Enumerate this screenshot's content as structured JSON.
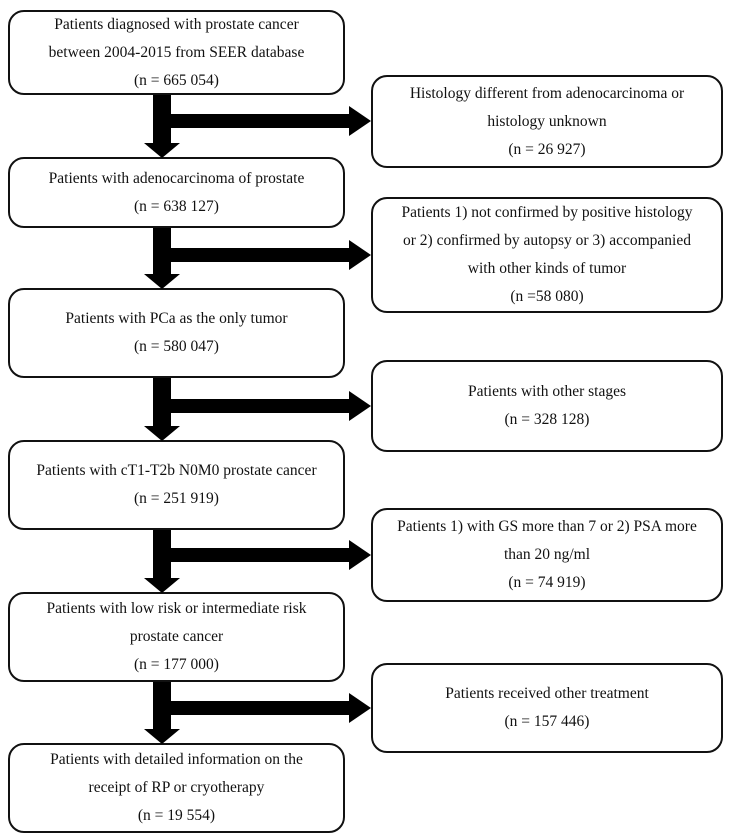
{
  "figure": {
    "description": "Patient selection flowchart, SEER prostate cancer cohort",
    "background_color": "#ffffff",
    "box_fill_color": "#ffffff",
    "box_border_color": "#111111",
    "arrow_color": "#000000",
    "text_color": "#111111"
  },
  "main_flow": [
    {
      "lines": [
        "Patients diagnosed with prostate cancer",
        "between 2004-2015 from SEER database",
        "(n = 665 054)"
      ]
    },
    {
      "lines": [
        "Patients with adenocarcinoma of prostate",
        "(n = 638 127)"
      ]
    },
    {
      "lines": [
        "Patients with PCa as the only tumor",
        "(n = 580 047)"
      ]
    },
    {
      "lines": [
        "Patients with cT1-T2b N0M0 prostate cancer",
        "(n = 251 919)"
      ]
    },
    {
      "lines": [
        "Patients with low risk or intermediate risk",
        "prostate cancer",
        "(n = 177 000)"
      ]
    },
    {
      "lines": [
        "Patients with detailed information on the",
        "receipt of RP or cryotherapy",
        "(n = 19 554)"
      ]
    }
  ],
  "exclusions": [
    {
      "lines": [
        "Histology different from adenocarcinoma or",
        "histology unknown",
        "(n = 26 927)"
      ]
    },
    {
      "lines": [
        "Patients 1) not confirmed by positive histology",
        "or 2) confirmed by autopsy or 3) accompanied",
        "with other kinds of tumor",
        "(n =58 080)"
      ]
    },
    {
      "lines": [
        "Patients with other stages",
        "(n = 328 128)"
      ]
    },
    {
      "lines": [
        "Patients 1) with GS more than 7 or 2) PSA more",
        "than 20 ng/ml",
        "(n = 74 919)"
      ]
    },
    {
      "lines": [
        "Patients received other treatment",
        "(n = 157 446)"
      ]
    }
  ]
}
